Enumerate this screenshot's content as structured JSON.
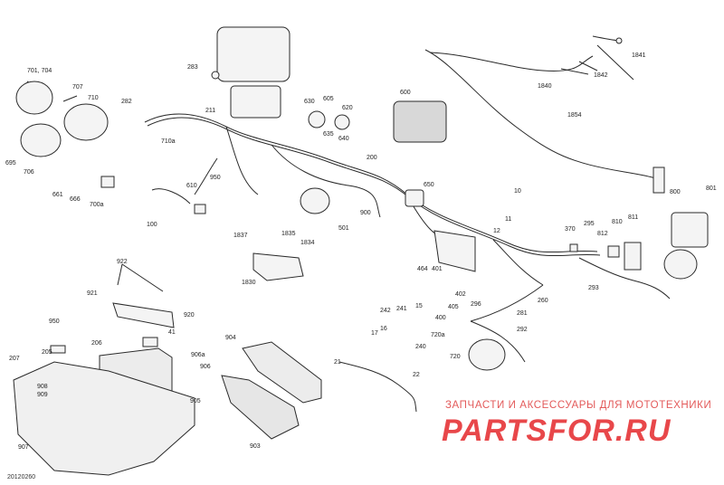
{
  "watermark": {
    "subtitle": "ЗАПЧАСТИ И АКСЕССУАРЫ ДЛЯ МОТОТЕХНИКИ",
    "brand": "PARTSFOR.RU",
    "color": "#e8474a"
  },
  "figure_code": "20120260",
  "callouts": {
    "c701": "701, 704",
    "c707": "707",
    "c710": "710",
    "c282": "282",
    "c283": "283",
    "c211": "211",
    "c710a": "710a",
    "c695": "695",
    "c706": "706",
    "c661": "661",
    "c666": "666",
    "c700a": "700a",
    "c610": "610",
    "c950": "950",
    "c100": "100",
    "c630": "630",
    "c605": "605",
    "c620": "620",
    "c635": "635",
    "c640": "640",
    "c600": "600",
    "c200": "200",
    "c650": "650",
    "c900": "900",
    "c501": "501",
    "c1841": "1841",
    "c1840": "1840",
    "c1842": "1842",
    "c1854": "1854",
    "c801": "801",
    "c800": "800",
    "c10": "10",
    "c11": "11",
    "c12": "12",
    "c1837": "1837",
    "c1835": "1835",
    "c1834": "1834",
    "c1830": "1830",
    "c370": "370",
    "c295": "295",
    "c810": "810",
    "c811": "811",
    "c812": "812",
    "c293": "293",
    "c922": "922",
    "c921": "921",
    "c920": "920",
    "c464": "464",
    "c401": "401",
    "c402": "402",
    "c405": "405",
    "c400": "400",
    "c15": "15",
    "c296": "296",
    "c260": "260",
    "c281": "281",
    "c292": "292",
    "c242": "242",
    "c241": "241",
    "c16": "16",
    "c17": "17",
    "c240": "240",
    "c720a": "720a",
    "c720": "720",
    "c21": "21",
    "c22": "22",
    "c950b": "950",
    "c205": "205",
    "c206": "206",
    "c41": "41",
    "c906a": "906a",
    "c906": "906",
    "c207": "207",
    "c908": "908",
    "c909": "909",
    "c904": "904",
    "c905": "905",
    "c903": "903",
    "c907": "907"
  }
}
